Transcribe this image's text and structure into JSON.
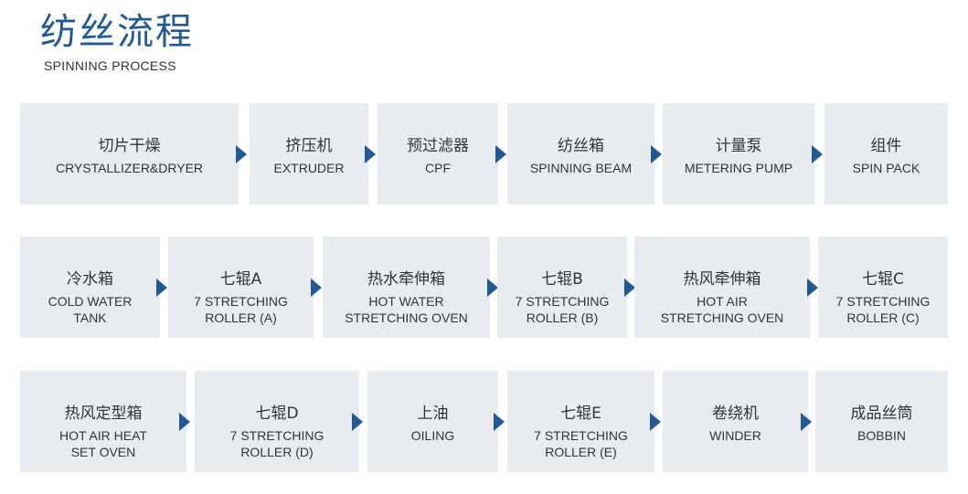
{
  "header": {
    "title_cn": "纺丝流程",
    "title_en": "SPINNING PROCESS"
  },
  "rows": [
    [
      {
        "cn": "切片干燥",
        "en": "CRYSTALLIZER&DRYER"
      },
      {
        "cn": "挤压机",
        "en": "EXTRUDER"
      },
      {
        "cn": "预过滤器",
        "en": "CPF"
      },
      {
        "cn": "纺丝箱",
        "en": "SPINNING BEAM"
      },
      {
        "cn": "计量泵",
        "en": "METERING PUMP"
      },
      {
        "cn": "组件",
        "en": "SPIN PACK"
      }
    ],
    [
      {
        "cn": "冷水箱",
        "en": "COLD WATER\nTANK"
      },
      {
        "cn": "七辊A",
        "en": "7 STRETCHING\nROLLER (A)"
      },
      {
        "cn": "热水牵伸箱",
        "en": "HOT WATER\nSTRETCHING OVEN"
      },
      {
        "cn": "七辊B",
        "en": "7 STRETCHING\nROLLER (B)"
      },
      {
        "cn": "热风牵伸箱",
        "en": "HOT AIR\nSTRETCHING OVEN"
      },
      {
        "cn": "七辊C",
        "en": "7 STRETCHING\nROLLER (C)"
      }
    ],
    [
      {
        "cn": "热风定型箱",
        "en": "HOT AIR HEAT\nSET OVEN"
      },
      {
        "cn": "七辊D",
        "en": "7 STRETCHING\nROLLER (D)"
      },
      {
        "cn": "上油",
        "en": "OILING"
      },
      {
        "cn": "七辊E",
        "en": "7 STRETCHING\nROLLER (E)"
      },
      {
        "cn": "卷绕机",
        "en": "WINDER"
      },
      {
        "cn": "成品丝筒",
        "en": "BOBBIN"
      }
    ]
  ],
  "colors": {
    "accent": "#1c5a9c",
    "box_bg": "#e8ecf1",
    "text": "#333333"
  }
}
